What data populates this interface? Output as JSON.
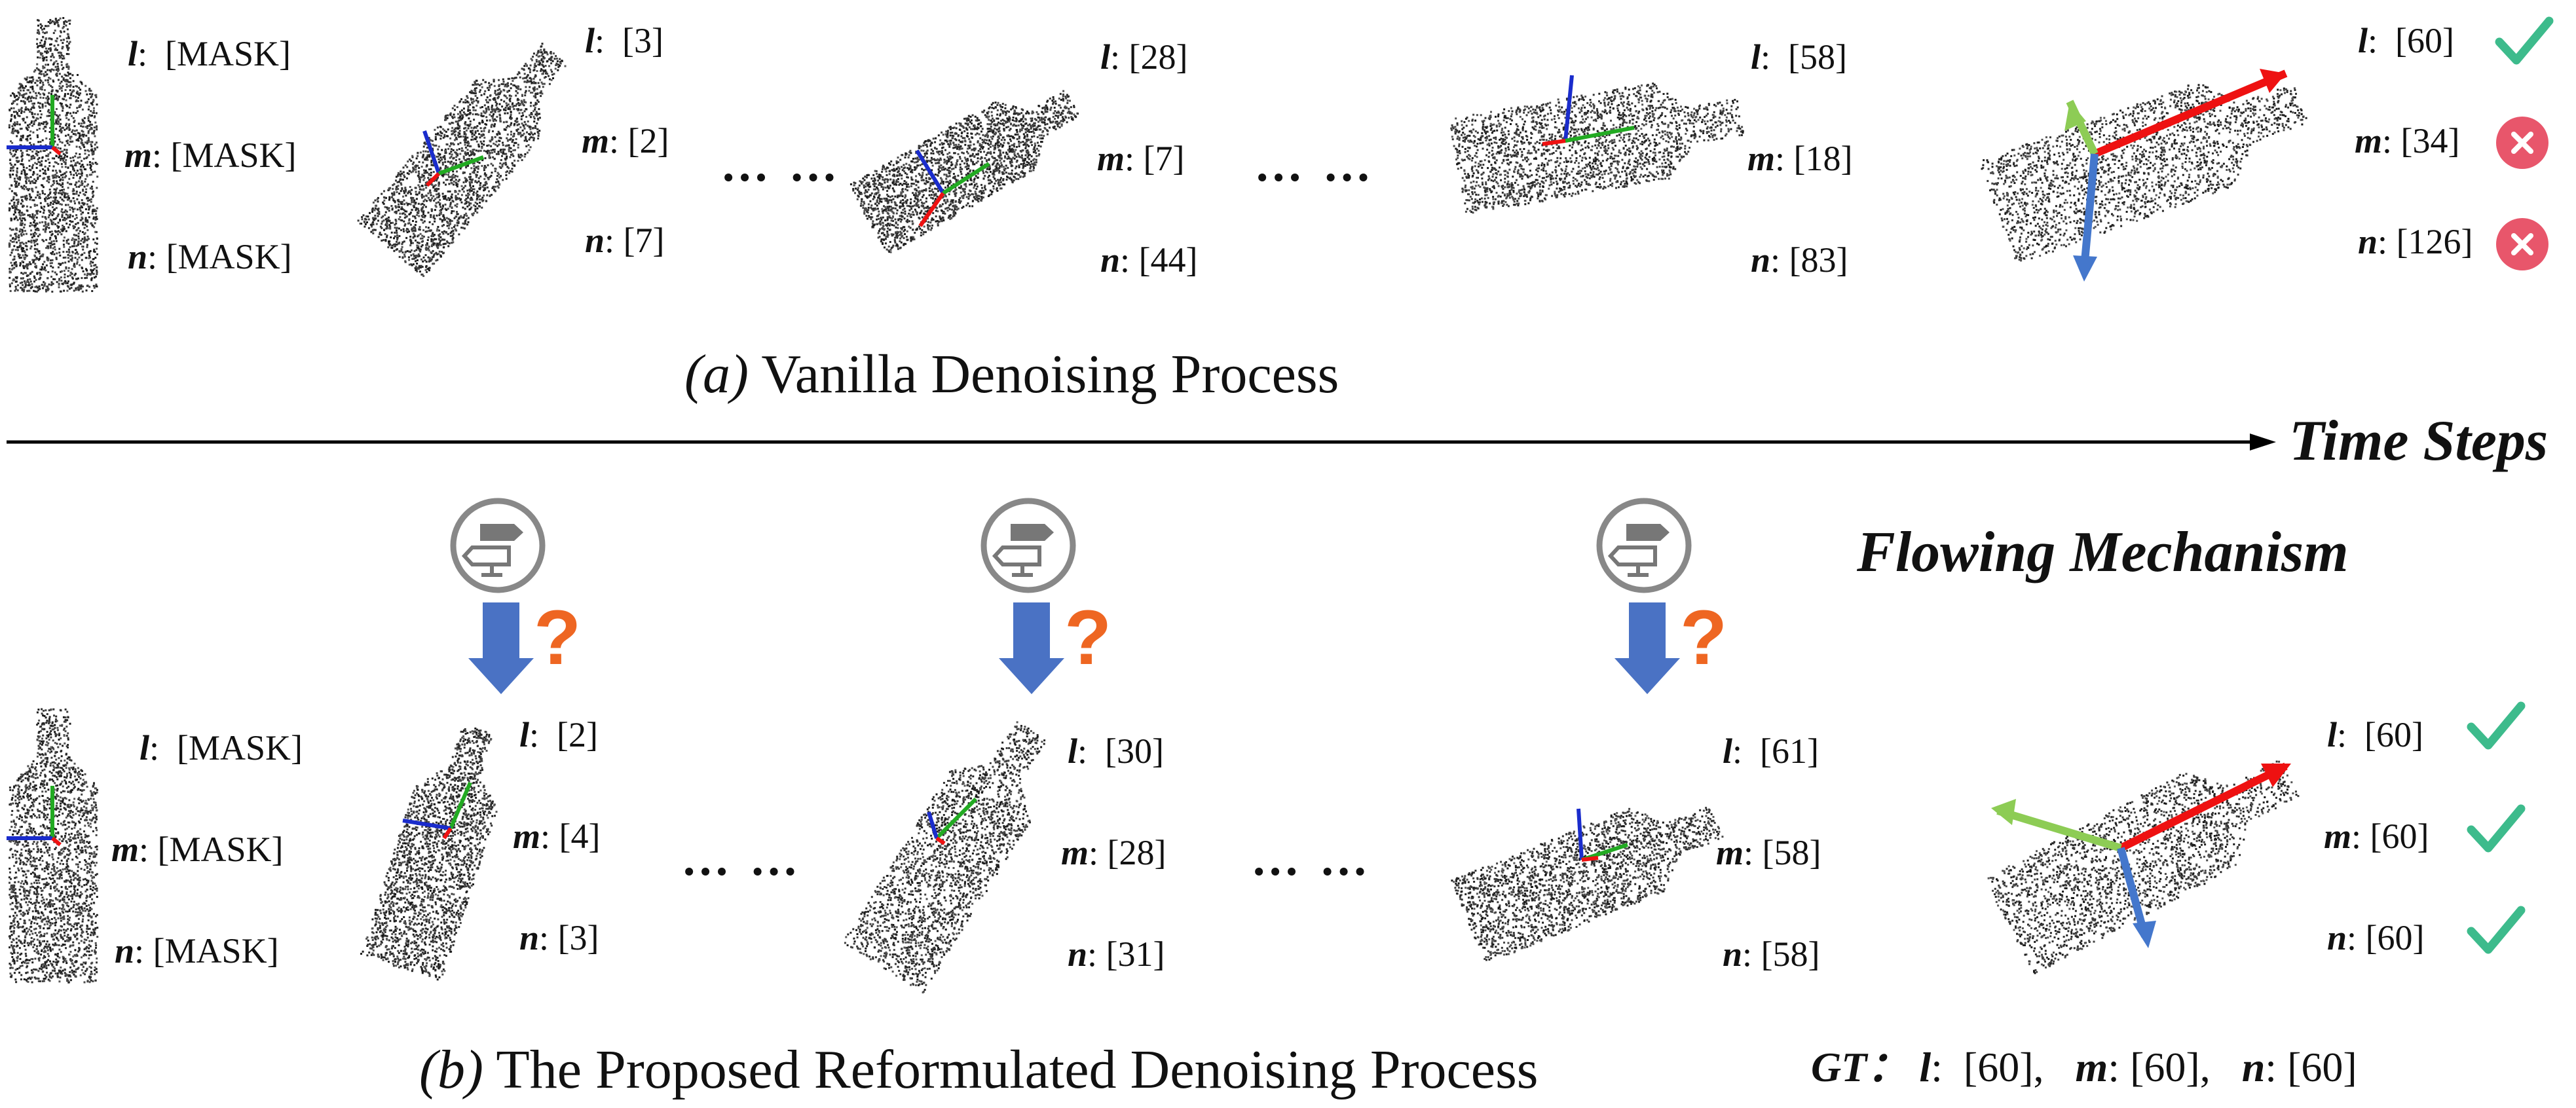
{
  "vanilla": {
    "caption_prefix": "(a)",
    "caption_text": " Vanilla Denoising Process",
    "steps": [
      {
        "l": "[MASK]",
        "m": "[MASK]",
        "n": "[MASK]"
      },
      {
        "l": "[3]",
        "m": "[2]",
        "n": "[7]"
      },
      {
        "l": "[28]",
        "m": "[7]",
        "n": "[44]"
      },
      {
        "l": "[58]",
        "m": "[18]",
        "n": "[83]"
      },
      {
        "l": "[60]",
        "m": "[34]",
        "n": "[126]"
      }
    ],
    "final_status": [
      "correct",
      "wrong",
      "wrong"
    ]
  },
  "proposed": {
    "caption_prefix": "(b)",
    "caption_text": " The Proposed Reformulated Denoising Process",
    "steps": [
      {
        "l": "[MASK]",
        "m": "[MASK]",
        "n": "[MASK]"
      },
      {
        "l": "[2]",
        "m": "[4]",
        "n": "[3]"
      },
      {
        "l": "[30]",
        "m": "[28]",
        "n": "[31]"
      },
      {
        "l": "[61]",
        "m": "[58]",
        "n": "[58]"
      },
      {
        "l": "[60]",
        "m": "[60]",
        "n": "[60]"
      }
    ],
    "final_status": [
      "correct",
      "correct",
      "correct"
    ]
  },
  "keys": {
    "l": "l",
    "m": "m",
    "n": "n"
  },
  "ellipsis": "… …",
  "time_axis_label": "Time Steps",
  "flowing_label": "Flowing Mechanism",
  "question_mark": "?",
  "gt": {
    "prefix": "GT",
    "colon": "：",
    "l_val": "[60]",
    "m_val": "[60]",
    "n_val": "[60]",
    "sep": ","
  },
  "colors": {
    "axis_x": "#ee1111",
    "axis_y": "#22aa22",
    "axis_z": "#1a2ccc",
    "big_green": "#8dcc55",
    "big_blue": "#4477cc",
    "check": "#3dbb8c",
    "cross_bg": "#e8566b",
    "flow_arrow": "#4a72c4",
    "question": "#ee6622",
    "signpost": "#888888"
  }
}
